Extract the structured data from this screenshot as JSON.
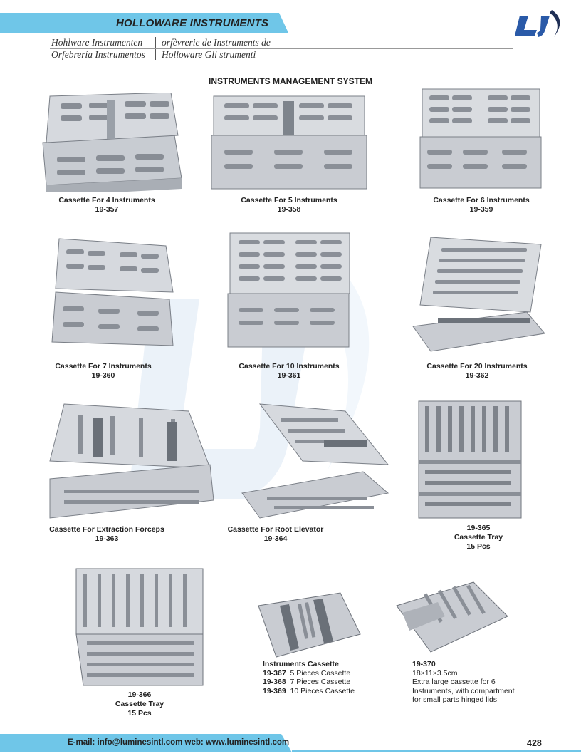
{
  "header": {
    "title": "HOLLOWARE INSTRUMENTS",
    "lang_de": "Hohlware Instrumenten",
    "lang_fr": "orfèvrerie de Instruments de",
    "lang_es": "Orfebrería Instrumentos",
    "lang_it": "Holloware Gli strumenti",
    "accent_color": "#6fc6e8"
  },
  "section_title": "INSTRUMENTS MANAGEMENT SYSTEM",
  "products": [
    {
      "name": "Cassette For 4 Instruments",
      "code": "19-357"
    },
    {
      "name": "Cassette For 5 Instruments",
      "code": "19-358"
    },
    {
      "name": "Cassette For 6 Instruments",
      "code": "19-359"
    },
    {
      "name": "Cassette For 7 Instruments",
      "code": "19-360"
    },
    {
      "name": "Cassette For 10 Instruments",
      "code": "19-361"
    },
    {
      "name": "Cassette For 20 Instruments",
      "code": "19-362"
    },
    {
      "name": "Cassette For Extraction Forceps",
      "code": "19-363"
    },
    {
      "name": "Cassette For Root Elevator",
      "code": "19-364"
    },
    {
      "code": "19-365",
      "name": "Cassette Tray",
      "qty": "15 Pcs"
    },
    {
      "code": "19-366",
      "name": "Cassette Tray",
      "qty": "15 Pcs"
    }
  ],
  "instruments_cassette": {
    "title": "Instruments Cassette",
    "items": [
      {
        "code": "19-367",
        "desc": "5 Pieces Cassette"
      },
      {
        "code": "19-368",
        "desc": "7 Pieces Cassette"
      },
      {
        "code": "19-369",
        "desc": "10 Pieces Cassette"
      }
    ]
  },
  "large_cassette": {
    "code": "19-370",
    "size": "18×11×3.5cm",
    "desc_line1": "Extra large cassette for 6",
    "desc_line2": "Instruments, with compartment",
    "desc_line3": "for small parts hinged lids"
  },
  "footer": {
    "contact": "E-mail: info@luminesintl.com  web: www.luminesintl.com",
    "page": "428"
  }
}
